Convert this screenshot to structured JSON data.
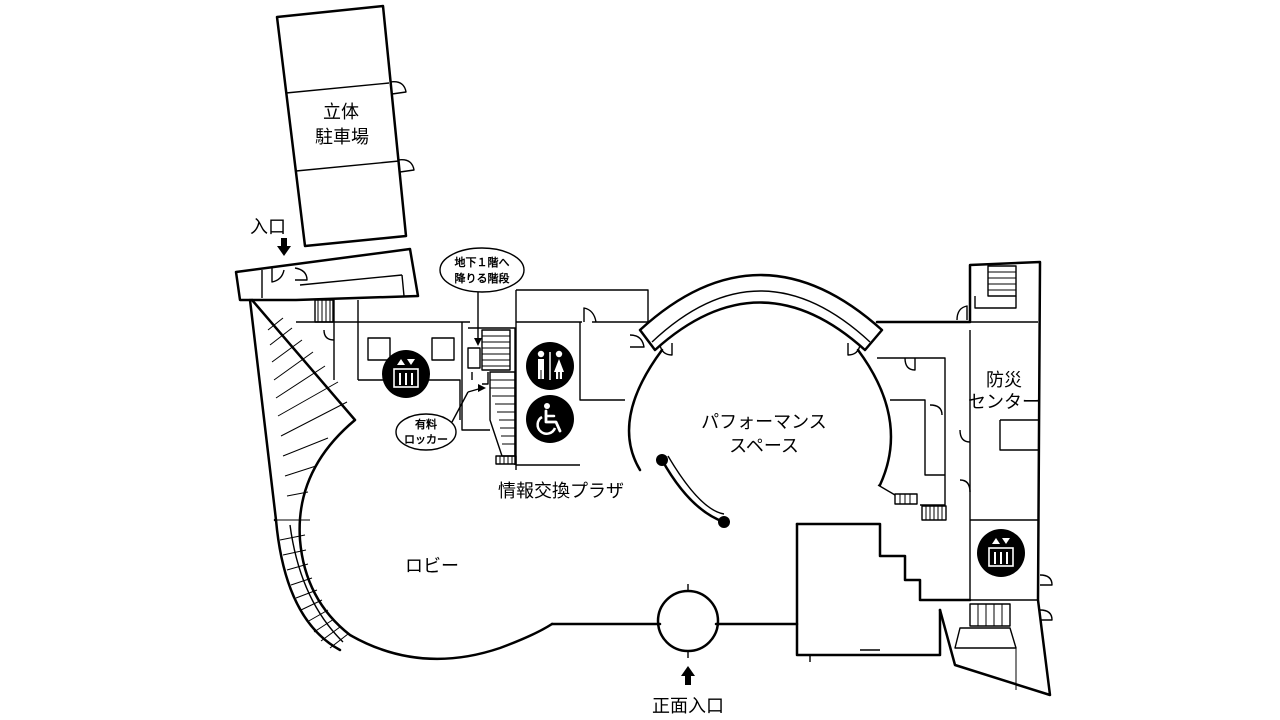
{
  "labels": {
    "parking_line1": "立体",
    "parking_line2": "駐車場",
    "entrance": "入口",
    "stairs_down_line1": "地下１階へ",
    "stairs_down_line2": "降りる階段",
    "locker_line1": "有料",
    "locker_line2": "ロッカー",
    "performance_line1": "パフォーマンス",
    "performance_line2": "スペース",
    "plaza": "情報交換プラザ",
    "lobby": "ロビー",
    "disaster_line1": "防災",
    "disaster_line2": "センター",
    "main_entrance": "正面入口"
  },
  "icons": {
    "elevator_left": "elevator-icon",
    "elevator_right": "elevator-icon",
    "restroom": "restroom-icon",
    "accessible": "wheelchair-icon",
    "entrance_arrow": "arrow-down-icon",
    "main_entrance_arrow": "arrow-up-icon"
  }
}
